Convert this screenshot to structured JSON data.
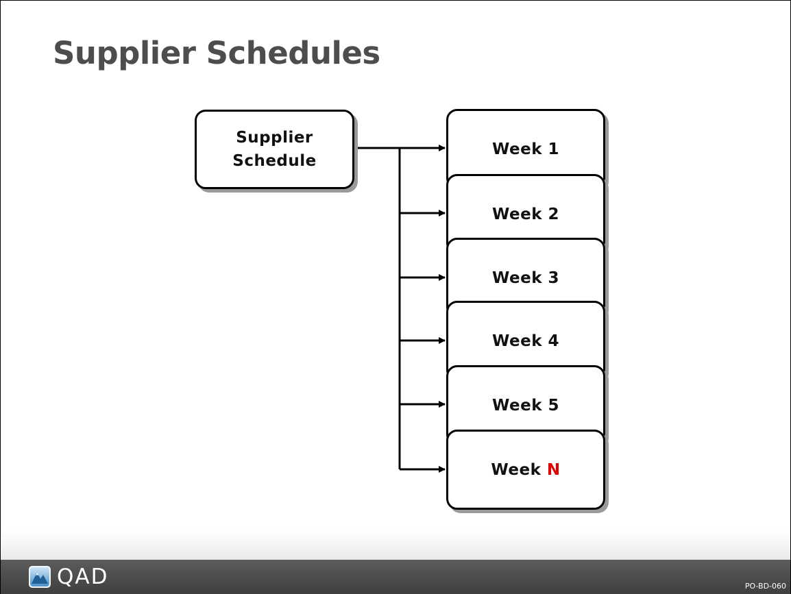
{
  "slide": {
    "title": "Supplier Schedules",
    "slide_code": "PO-BD-060"
  },
  "diagram": {
    "source": {
      "line1": "Supplier",
      "line2": "Schedule"
    },
    "targets": [
      {
        "prefix": "Week",
        "suffix": "1"
      },
      {
        "prefix": "Week",
        "suffix": "2"
      },
      {
        "prefix": "Week",
        "suffix": "3"
      },
      {
        "prefix": "Week",
        "suffix": "4"
      },
      {
        "prefix": "Week",
        "suffix": "5"
      },
      {
        "prefix": "Week",
        "suffix": "N"
      }
    ],
    "accent_color": "#e00000"
  },
  "brand": {
    "name": "QAD",
    "logo_icon": "qad-logo-icon"
  }
}
